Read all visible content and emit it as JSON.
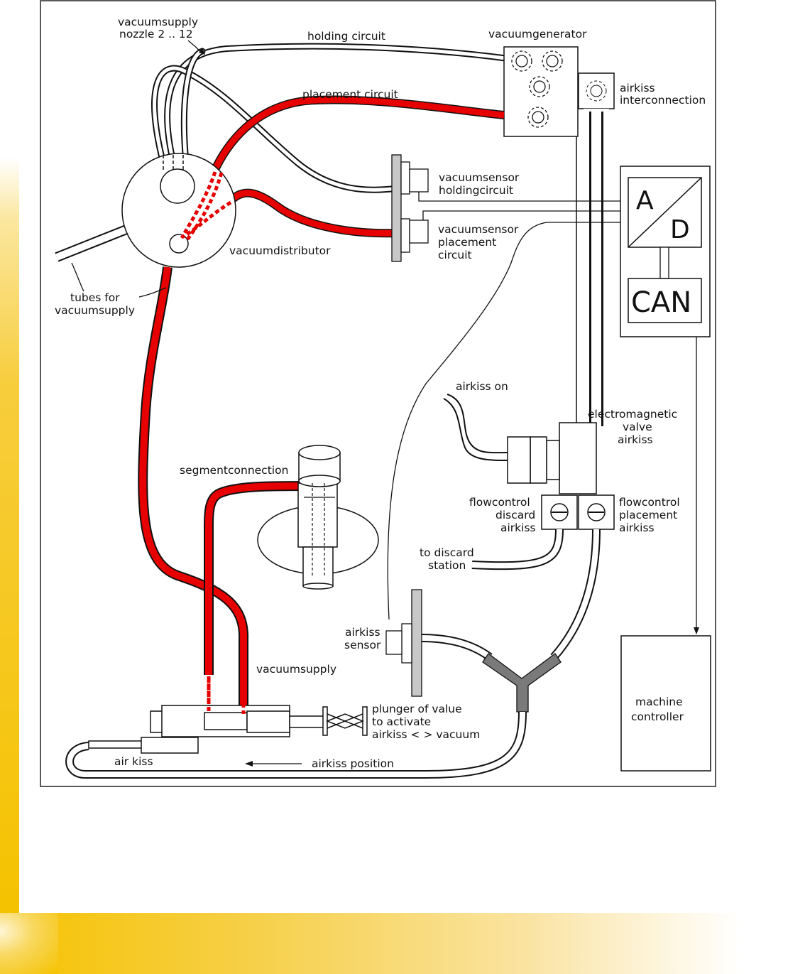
{
  "labels": {
    "vacuumsupply_nozzle_1": "vacuumsupply",
    "vacuumsupply_nozzle_2": "nozzle 2 .. 12",
    "holding_circuit": "holding circuit",
    "vacuumgenerator": "vacuumgenerator",
    "placement_circuit": "placement circuit",
    "airkiss_interconnection_1": "airkiss",
    "airkiss_interconnection_2": "interconnection",
    "vacuumsensor_holding_1": "vacuumsensor",
    "vacuumsensor_holding_2": "holdingcircuit",
    "vacuumsensor_placement_1": "vacuumsensor",
    "vacuumsensor_placement_2": "placement",
    "vacuumsensor_placement_3": "circuit",
    "vacuumdistributor": "vacuumdistributor",
    "tubes_1": "tubes for",
    "tubes_2": "vacuumsupply",
    "ad_a": "A",
    "ad_d": "D",
    "can": "CAN",
    "airkiss_on": "airkiss on",
    "em_valve_1": "electromagnetic",
    "em_valve_2": "valve",
    "em_valve_3": "airkiss",
    "segmentconnection": "segmentconnection",
    "flow_discard_1": "flowcontrol",
    "flow_discard_2": "discard",
    "flow_discard_3": "airkiss",
    "flow_placement_1": "flowcontrol",
    "flow_placement_2": "placement",
    "flow_placement_3": "airkiss",
    "to_discard_1": "to discard",
    "to_discard_2": "station",
    "airkiss_sensor_1": "airkiss",
    "airkiss_sensor_2": "sensor",
    "vacuumsupply": "vacuumsupply",
    "machine_controller_1": "machine",
    "machine_controller_2": "controller",
    "plunger_1": "plunger of value",
    "plunger_2": "to activate",
    "plunger_3": "airkiss < > vacuum",
    "air_kiss": "air kiss",
    "airkiss_position": "airkiss position"
  },
  "colors": {
    "vacuum_line": "#e60000",
    "accent_yellow": "#f5c200",
    "y_connector": "#7a7a7a",
    "sensor_plate": "#c8c8c8"
  }
}
